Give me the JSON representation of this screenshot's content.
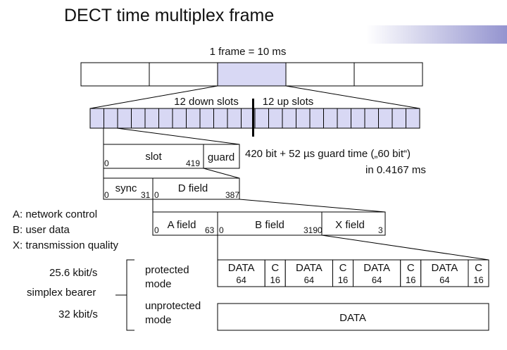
{
  "title": "DECT time multiplex frame",
  "frame_label": "1 frame = 10 ms",
  "down_slots_label": "12 down slots",
  "up_slots_label": "12 up slots",
  "slot_row": {
    "slot_label": "slot",
    "slot_start": "0",
    "slot_end": "419",
    "guard_label": "guard",
    "timing_note_line1": "420 bit + 52 µs guard time („60 bit“)",
    "timing_note_line2": "in 0.4167 ms"
  },
  "sync_row": {
    "sync_label": "sync",
    "sync_start": "0",
    "sync_end": "31",
    "dfield_label": "D field",
    "dfield_start": "0",
    "dfield_end": "387"
  },
  "field_row": {
    "a_label": "A field",
    "a_start": "0",
    "a_end": "63",
    "b_label": "B field",
    "b_start": "0",
    "b_end": "319",
    "x_label": "X field",
    "x_start": "0",
    "x_end": "3"
  },
  "legend": [
    "A: network control",
    "B: user data",
    "X: transmission quality"
  ],
  "bearer": {
    "rate_protected": "25.6 kbit/s",
    "simplex_label": "simplex bearer",
    "rate_unprotected": "32 kbit/s",
    "protected_line1": "protected",
    "protected_line2": "mode",
    "unprotected_line1": "unprotected",
    "unprotected_line2": "mode",
    "data_label": "DATA",
    "data_bits": "64",
    "c_label": "C",
    "c_bits": "16",
    "unprotected_data_label": "DATA"
  },
  "colors": {
    "slot_fill": "#d8d8f4",
    "highlight_fill": "#d8d8f4",
    "stroke": "#000000",
    "deco_blue": "#3c3ca8"
  }
}
